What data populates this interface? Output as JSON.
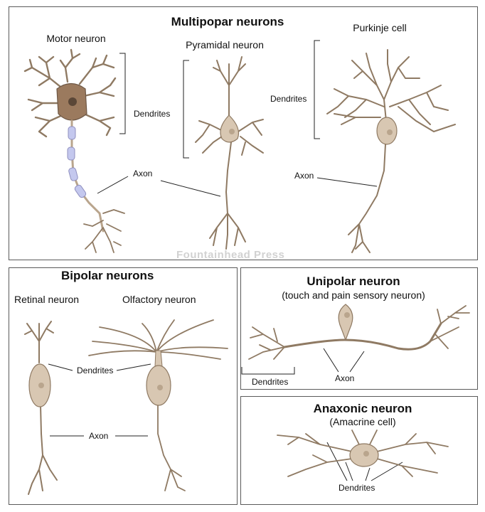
{
  "multipolar": {
    "title": "Multipopar neurons",
    "motor": "Motor neuron",
    "pyramidal": "Pyramidal neuron",
    "purkinje": "Purkinje cell",
    "dendrites_1": "Dendrites",
    "dendrites_2": "Dendrites",
    "axon_1": "Axon",
    "axon_2": "Axon",
    "watermark": "Fountainhead Press"
  },
  "bipolar": {
    "title": "Bipolar neurons",
    "retinal": "Retinal neuron",
    "olfactory": "Olfactory neuron",
    "dendrites": "Dendrites",
    "axon": "Axon"
  },
  "unipolar": {
    "title": "Unipolar neuron",
    "subtitle": "(touch and pain sensory neuron)",
    "dendrites": "Dendrites",
    "axon": "Axon"
  },
  "anaxonic": {
    "title": "Anaxonic neuron",
    "subtitle": "(Amacrine cell)",
    "dendrites": "Dendrites"
  },
  "colors": {
    "neuron_fill": "#d8c7b2",
    "neuron_stroke": "#8f7a63",
    "myelin": "#c4c8ee",
    "nucleus": "#b9a58d"
  }
}
